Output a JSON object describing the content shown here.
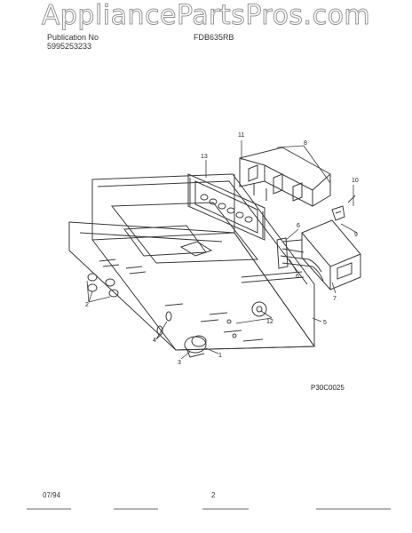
{
  "watermark": "AppliancePartsPros.com",
  "header": {
    "publication_label": "Publication No",
    "publication_number": "5995253233",
    "model": "FDB635RB"
  },
  "figure": {
    "code": "P30C0025",
    "callouts": [
      "1",
      "2",
      "3",
      "4",
      "5",
      "6",
      "7",
      "8",
      "9",
      "10",
      "11",
      "12",
      "13"
    ]
  },
  "footer": {
    "date": "07/94",
    "page_number": "2"
  }
}
